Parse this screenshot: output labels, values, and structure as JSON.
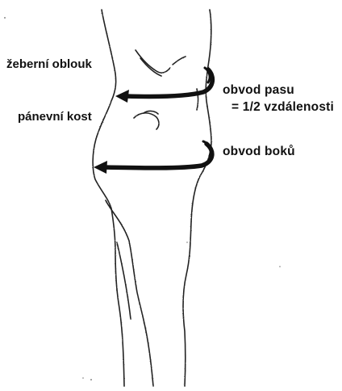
{
  "diagram": {
    "labels": {
      "rib_arch": "žeberní oblouk",
      "pelvic_bone": "pánevní kost",
      "waist_circumference": "obvod pasu",
      "half_distance": "= 1/2 vzdálenosti",
      "hip_circumference": "obvod boků"
    },
    "colors": {
      "ink": "#111111",
      "background": "#ffffff"
    }
  }
}
